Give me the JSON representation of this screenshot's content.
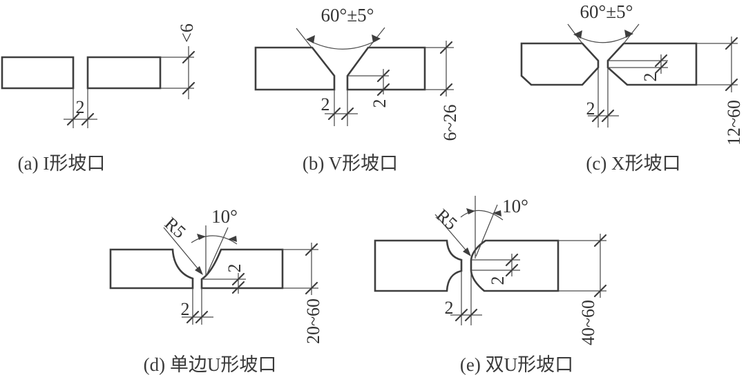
{
  "figure": {
    "background": "#ffffff",
    "line_color": "#3e3e3e",
    "text_color": "#333333",
    "diagrams": [
      {
        "key": "a",
        "caption": "(a) I形坡口",
        "labels": {
          "gap": "2",
          "thickness": "<6"
        }
      },
      {
        "key": "b",
        "caption": "(b) V形坡口",
        "labels": {
          "angle": "60°±5°",
          "gap": "2",
          "root_face": "2",
          "thickness": "6~26"
        }
      },
      {
        "key": "c",
        "caption": "(c) X形坡口",
        "labels": {
          "angle": "60°±5°",
          "gap": "2",
          "root_face": "2",
          "thickness": "12~60"
        }
      },
      {
        "key": "d",
        "caption": "(d) 单边U形坡口",
        "labels": {
          "radius": "R5",
          "bevel_angle": "10°",
          "gap": "2",
          "root_face": "2",
          "thickness": "20~60"
        }
      },
      {
        "key": "e",
        "caption": "(e) 双U形坡口",
        "labels": {
          "radius": "R5",
          "bevel_angle": "10°",
          "gap": "2",
          "root_face": "2",
          "thickness": "40~60"
        }
      }
    ]
  }
}
